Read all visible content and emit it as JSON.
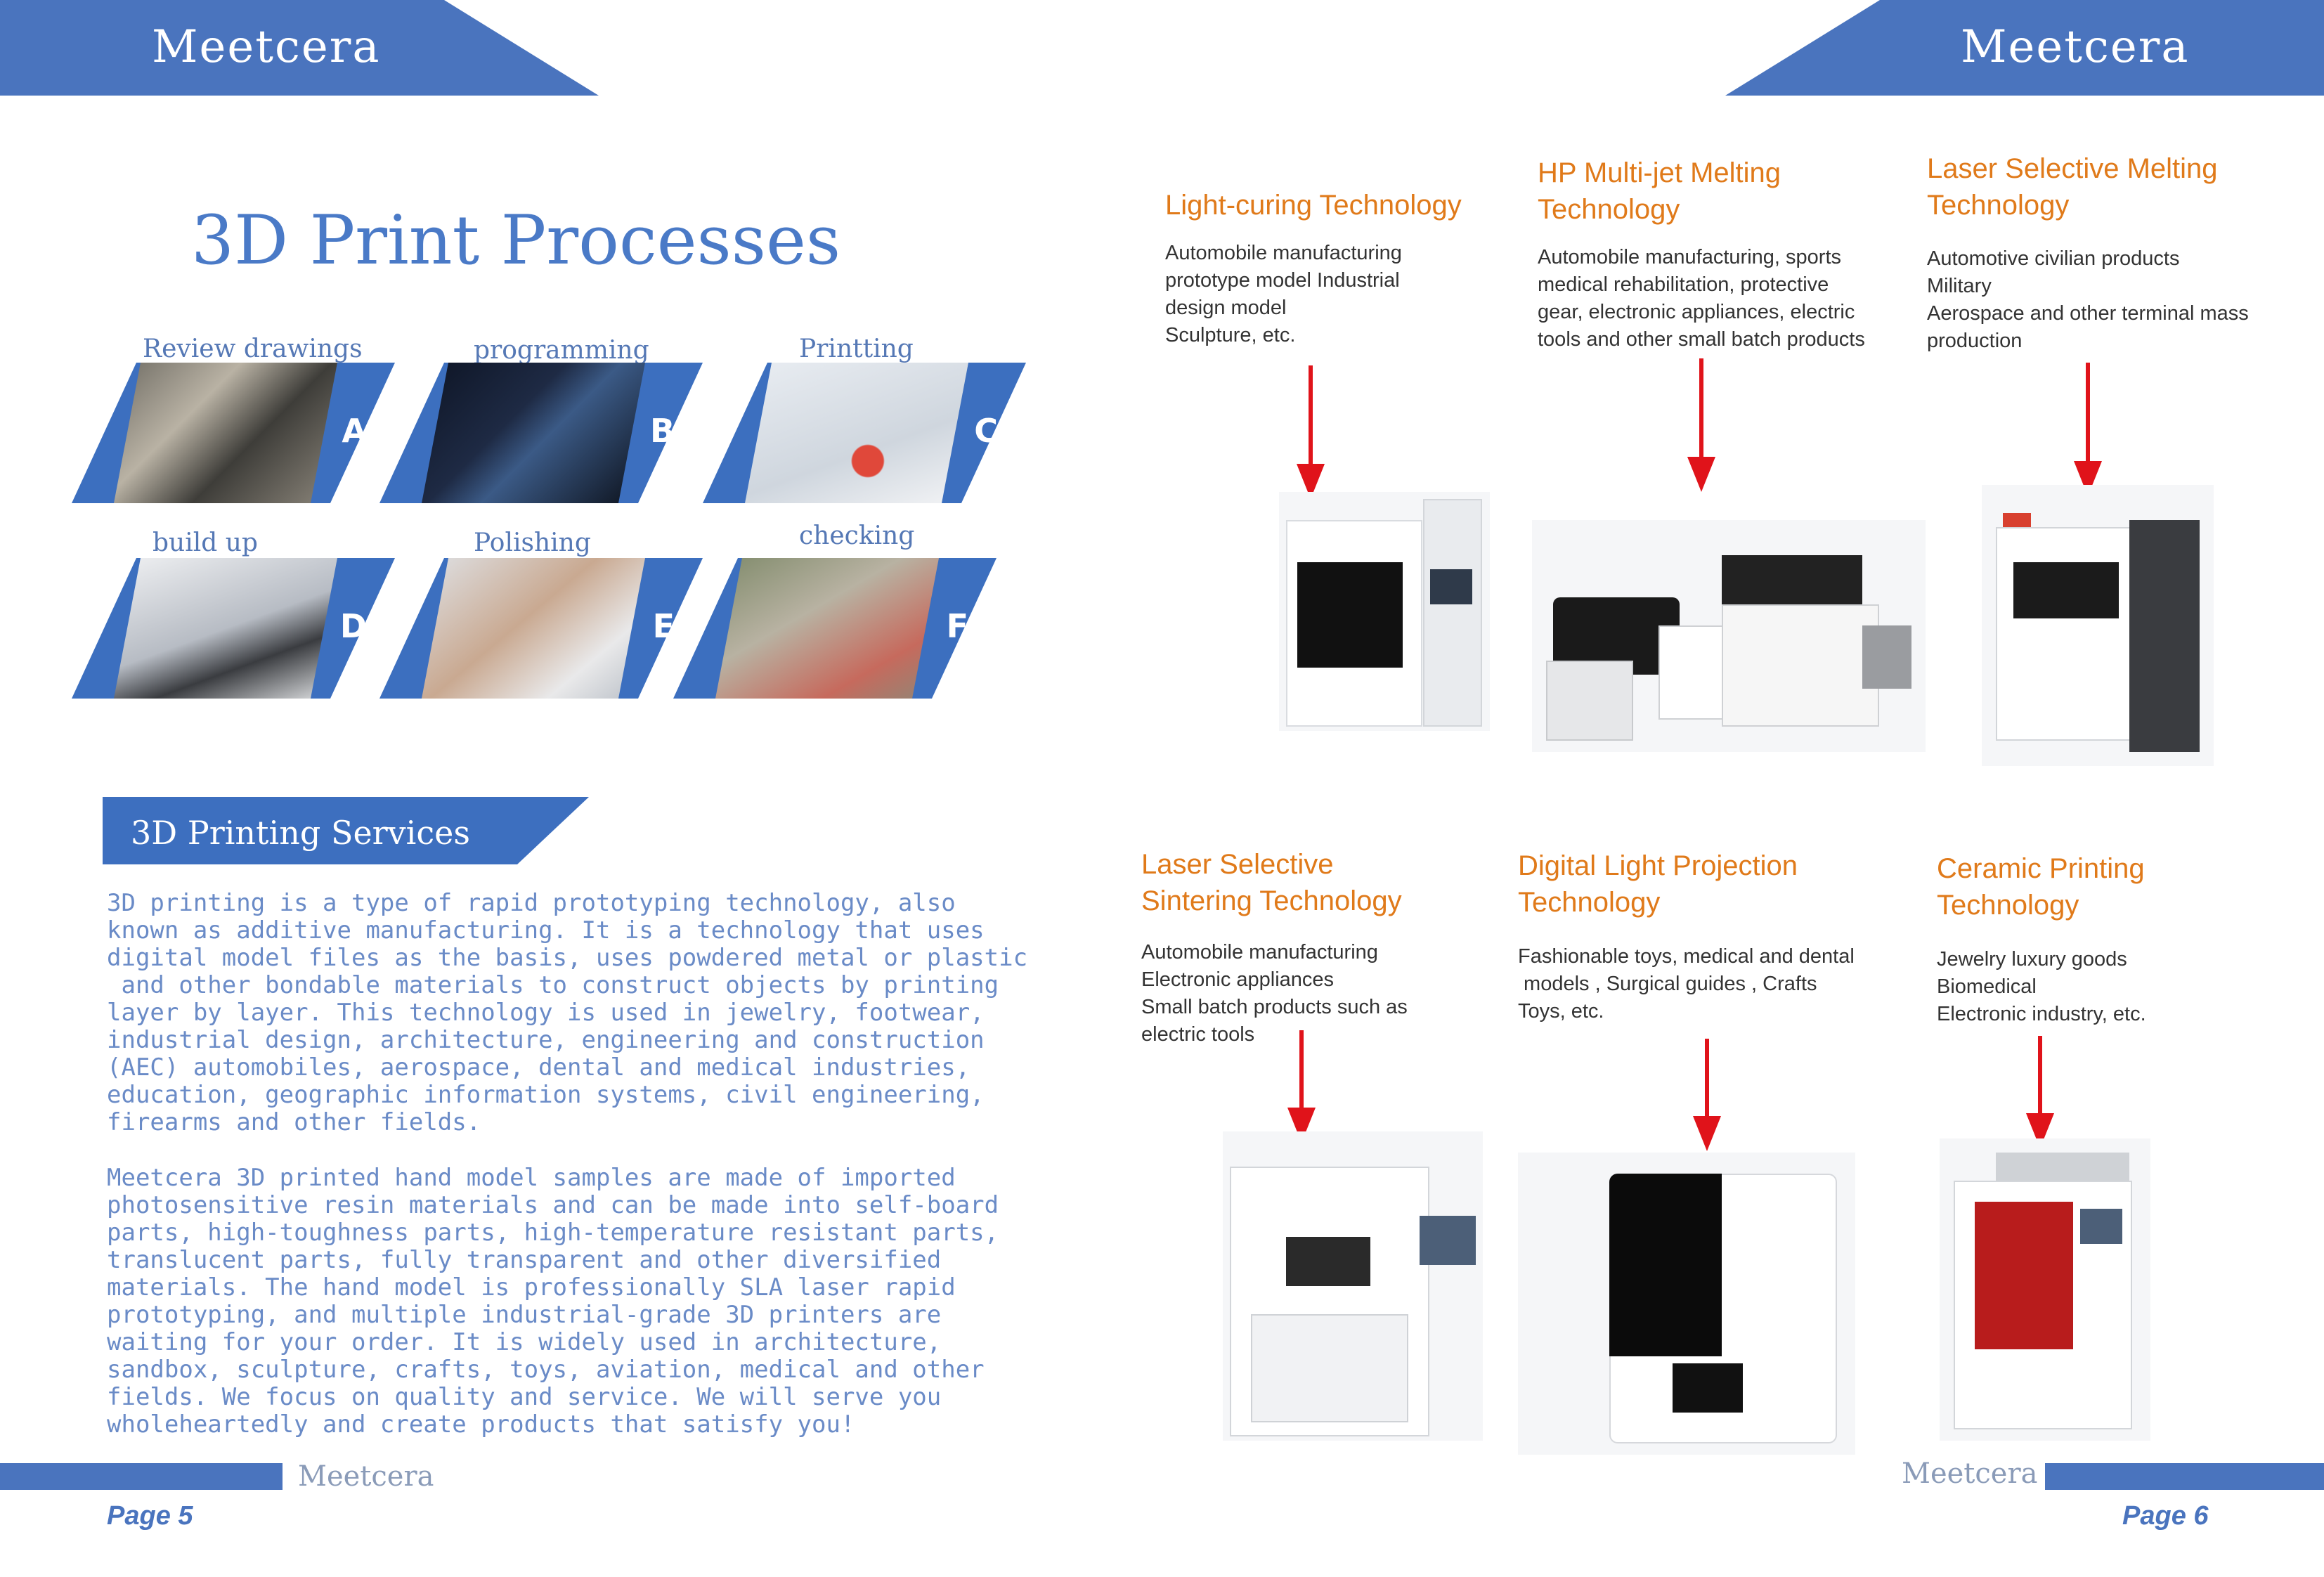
{
  "header": {
    "brand_left": "Meetcera",
    "brand_right": "Meetcera"
  },
  "left_page": {
    "title": "3D Print Processes",
    "steps": [
      {
        "label": "Review drawings",
        "letter": "A"
      },
      {
        "label": "programming",
        "letter": "B"
      },
      {
        "label": "Printting",
        "letter": "C"
      },
      {
        "label": "build up",
        "letter": "D"
      },
      {
        "label": "Polishing",
        "letter": "E"
      },
      {
        "label": "checking",
        "letter": "F"
      }
    ],
    "services_title": "3D Printing Services",
    "paragraph1": "3D printing is a type of rapid prototyping technology, also\nknown as additive manufacturing. It is a technology that uses\ndigital model files as the basis, uses powdered metal or plastic\n and other bondable materials to construct objects by printing\nlayer by layer. This technology is used in jewelry, footwear,\nindustrial design, architecture, engineering and construction\n(AEC) automobiles, aerospace, dental and medical industries,\neducation, geographic information systems, civil engineering,\nfirearms and other fields.",
    "paragraph2": "Meetcera 3D printed hand model samples are made of imported\nphotosensitive resin materials and can be made into self-board\nparts, high-toughness parts, high-temperature resistant parts,\ntranslucent parts, fully transparent and other diversified\nmaterials. The hand model is professionally SLA laser rapid\nprototyping, and multiple industrial-grade 3D printers are\nwaiting for your order. It is widely used in architecture,\nsandbox, sculpture, crafts, toys, aviation, medical and other\nfields. We focus on quality and service. We will serve you\nwholeheartedly and create products that satisfy you!",
    "footer_brand": "Meetcera",
    "page_label": "Page 5"
  },
  "right_page": {
    "technologies": [
      {
        "title": "Light-curing Technology",
        "desc": "Automobile manufacturing\nprototype model Industrial\ndesign model\nSculpture, etc."
      },
      {
        "title": "HP Multi-jet Melting\nTechnology",
        "desc": "Automobile manufacturing, sports\nmedical rehabilitation, protective\ngear, electronic appliances, electric\ntools and other small batch products"
      },
      {
        "title": "Laser Selective Melting\nTechnology",
        "desc": "Automotive civilian products\nMilitary\nAerospace and other terminal mass\nproduction"
      },
      {
        "title": "Laser Selective\nSintering Technology",
        "desc": "Automobile manufacturing\nElectronic appliances\nSmall batch products such as\nelectric tools"
      },
      {
        "title": "Digital Light Projection\nTechnology",
        "desc": "Fashionable toys, medical and dental\n models , Surgical guides , Crafts\nToys, etc."
      },
      {
        "title": "Ceramic Printing\nTechnology",
        "desc": "Jewelry luxury goods\nBiomedical\nElectronic industry, etc."
      }
    ],
    "footer_brand": "Meetcera",
    "page_label": "Page 6"
  }
}
